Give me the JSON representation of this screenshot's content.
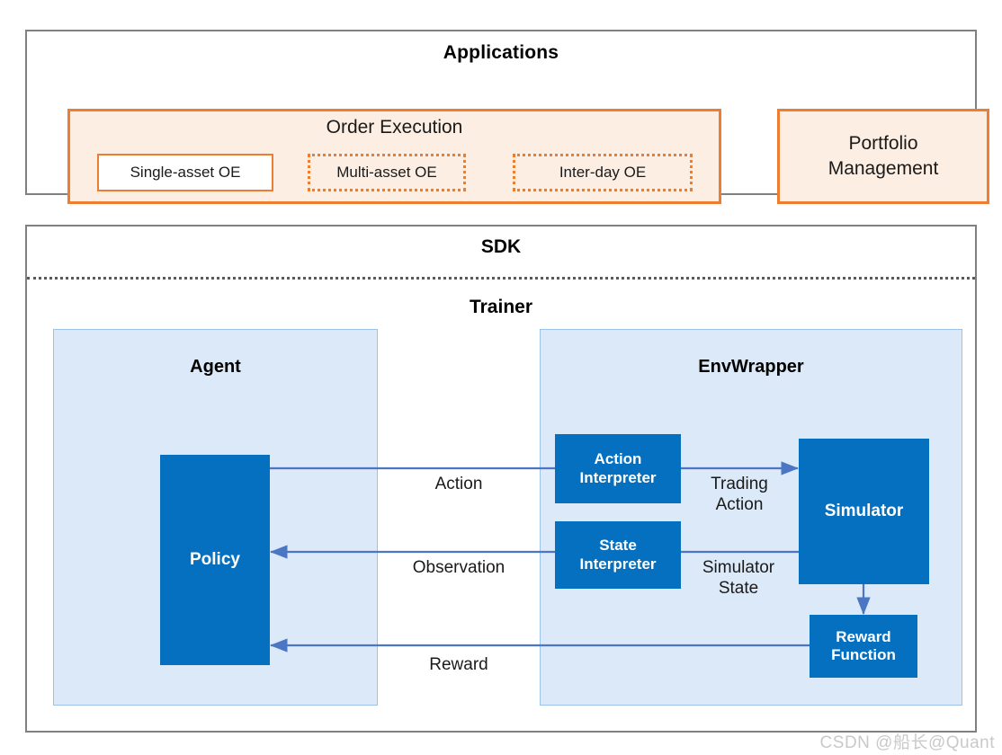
{
  "diagram": {
    "title_applications": "Applications",
    "title_sdk": "SDK",
    "title_trainer": "Trainer"
  },
  "applications": {
    "order_execution": {
      "title": "Order Execution",
      "items": [
        {
          "label": "Single-asset OE",
          "style": "solid"
        },
        {
          "label": "Multi-asset OE",
          "style": "dotted"
        },
        {
          "label": "Inter-day OE",
          "style": "dotted"
        }
      ]
    },
    "portfolio_management": {
      "label": "Portfolio\nManagement",
      "line1": "Portfolio",
      "line2": "Management"
    }
  },
  "sdk": {
    "agent": {
      "title": "Agent",
      "policy": "Policy"
    },
    "envwrapper": {
      "title": "EnvWrapper",
      "action_interpreter_line1": "Action",
      "action_interpreter_line2": "Interpreter",
      "state_interpreter_line1": "State",
      "state_interpreter_line2": "Interpreter",
      "simulator": "Simulator",
      "reward_function_line1": "Reward",
      "reward_function_line2": "Function"
    },
    "flows": {
      "action": "Action",
      "observation": "Observation",
      "reward": "Reward",
      "trading_action_line1": "Trading",
      "trading_action_line2": "Action",
      "simulator_state_line1": "Simulator",
      "simulator_state_line2": "State"
    }
  },
  "watermark": "CSDN @船长@Quant",
  "colors": {
    "accent_orange": "#ED7D31",
    "orange_fill": "#FCEEE3",
    "panel_blue_fill": "#DCE9F8",
    "panel_blue_border": "#9CC2E8",
    "block_blue": "#0570C0",
    "arrow_blue": "#4A76C4",
    "container_gray": "#808080",
    "watermark_gray": "#C9C9C9"
  }
}
